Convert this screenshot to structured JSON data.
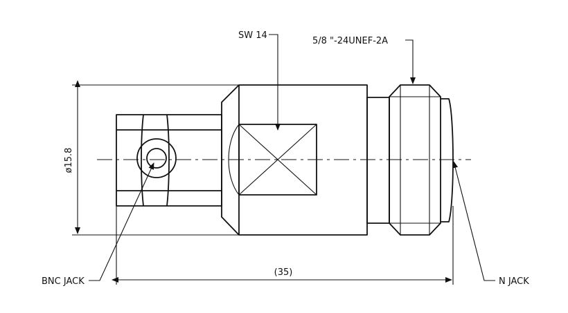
{
  "labels": {
    "wrench_size": "SW 14",
    "thread_spec": "5/8 \"-24UNEF-2A",
    "diameter": "ø15.8",
    "length": "(35)",
    "left_connector": "BNC JACK",
    "right_connector": "N JACK"
  }
}
